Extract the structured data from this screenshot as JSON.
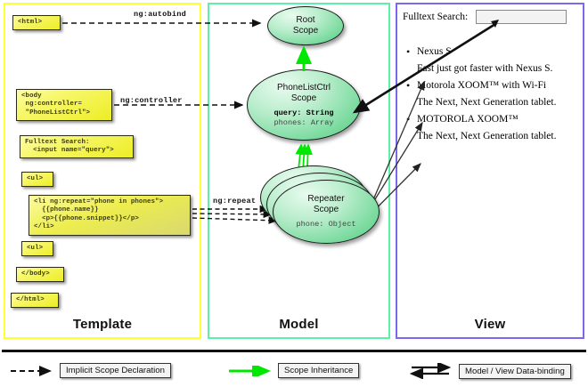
{
  "columns": [
    {
      "id": "template",
      "label": "Template",
      "color": "#ffff33"
    },
    {
      "id": "model",
      "label": "Model",
      "color": "#5cf0a8"
    },
    {
      "id": "view",
      "label": "View",
      "color": "#7b68ee"
    }
  ],
  "template": {
    "boxes": [
      {
        "name": "html-open-tag",
        "text": "<html>"
      },
      {
        "name": "body-open-tag",
        "text": "<body\n ng:controller=\n \"PhoneListCtrl\">"
      },
      {
        "name": "fulltext-search-markup",
        "text": "Fulltext Search:\n  <input name=\"query\">"
      },
      {
        "name": "ul-open-tag",
        "text": "<ul>"
      },
      {
        "name": "li-repeat-markup",
        "text": "<li ng:repeat=\"phone in phones\">\n  {{phone.name}}\n  <p>{{phone.snippet}}</p>\n</li>"
      },
      {
        "name": "ul-close-tag",
        "text": "<ul>"
      },
      {
        "name": "body-close-tag",
        "text": "</body>"
      },
      {
        "name": "html-close-tag",
        "text": "</html>"
      }
    ]
  },
  "edge_labels": [
    {
      "name": "ng-autobind-label",
      "text": "ng:autobind"
    },
    {
      "name": "ng-controller-label",
      "text": "ng:controller"
    },
    {
      "name": "ng-repeat-label",
      "text": "ng:repeat"
    }
  ],
  "model": {
    "scopes": [
      {
        "name": "root-scope",
        "title": "Root\nScope",
        "props": []
      },
      {
        "name": "phonelistctrl-scope",
        "title": "PhoneListCtrl\nScope",
        "props": [
          {
            "key": "query:",
            "value": "String",
            "bold": true
          },
          {
            "key": "phones:",
            "value": "Array",
            "bold": false
          }
        ]
      },
      {
        "name": "repeater-scope",
        "title": "Repeater\nScope",
        "props": [
          {
            "key": "phone:",
            "value": "Object",
            "bold": false
          }
        ]
      }
    ]
  },
  "view": {
    "search_label": "Fulltext Search:",
    "search_value": "",
    "search_placeholder": "",
    "items": [
      {
        "name": "Nexus S",
        "snippet": "Fast just got faster with Nexus S."
      },
      {
        "name": "Motorola XOOM™  with Wi-Fi",
        "snippet": "The Next, Next Generation tablet."
      },
      {
        "name": "MOTOROLA XOOM™",
        "snippet": "The Next, Next Generation tablet."
      }
    ]
  },
  "legend": [
    {
      "name": "legend-implicit-scope-declaration",
      "label": "Implicit Scope Declaration",
      "arrow": "dashed-black"
    },
    {
      "name": "legend-scope-inheritance",
      "label": "Scope Inheritance",
      "arrow": "solid-green"
    },
    {
      "name": "legend-model-view-data-binding",
      "label": "Model / View Data-binding",
      "arrow": "double-black"
    }
  ],
  "colors": {
    "template_border": "#ffff33",
    "model_border": "#5cf0a8",
    "view_border": "#7b68ee",
    "scope_green": "#78da9d",
    "code_yellow": "#eded26",
    "inheritance_green": "#00e800"
  }
}
